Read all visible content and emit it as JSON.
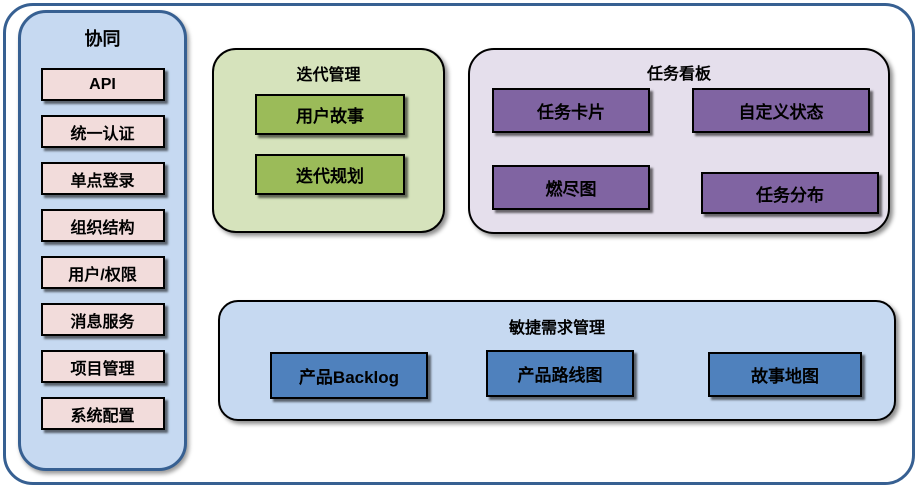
{
  "colors": {
    "frame_border": "#376092",
    "sidebar_fill": "#C6D9F1",
    "sidebar_item_fill": "#F2DCDB",
    "iteration_panel_fill": "#D6E3BC",
    "iteration_item_fill": "#9BBB59",
    "kanban_panel_fill": "#E5DFEC",
    "kanban_item_fill": "#8064A2",
    "agile_panel_fill": "#C6D9F1",
    "agile_item_fill": "#4F81BD",
    "box_border": "#000000",
    "text": "#000000"
  },
  "sidebar": {
    "title": "协同",
    "items": [
      "API",
      "统一认证",
      "单点登录",
      "组织结构",
      "用户/权限",
      "消息服务",
      "项目管理",
      "系统配置"
    ]
  },
  "iteration_panel": {
    "title": "迭代管理",
    "items": [
      "用户故事",
      "迭代规划"
    ]
  },
  "kanban_panel": {
    "title": "任务看板",
    "items": [
      "任务卡片",
      "自定义状态",
      "燃尽图",
      "任务分布"
    ]
  },
  "agile_panel": {
    "title": "敏捷需求管理",
    "items": [
      "产品Backlog",
      "产品路线图",
      "故事地图"
    ]
  }
}
